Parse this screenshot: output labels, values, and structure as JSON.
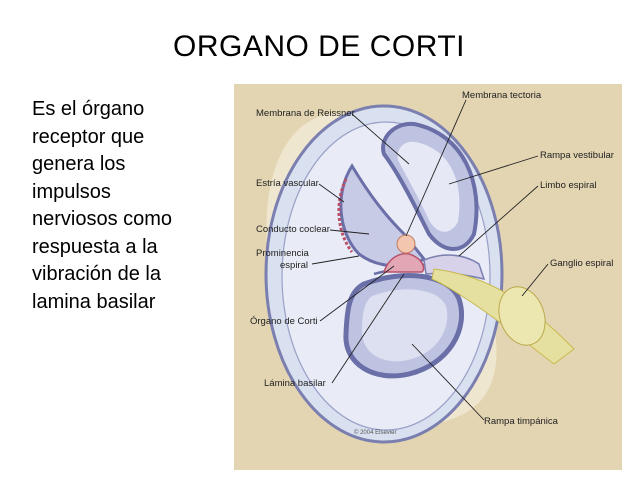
{
  "slide": {
    "title": "ORGANO DE CORTI",
    "body_lines": [
      "Es el órgano",
      "receptor que",
      "genera los",
      "impulsos",
      "nerviosos como",
      "respuesta a la",
      "vibración de la",
      "lamina basilar"
    ]
  },
  "diagram": {
    "labels": {
      "membrana_reissner": "Membrana de Reissner",
      "membrana_tectoria": "Membrana tectoria",
      "rampa_vestibular": "Rampa vestibular",
      "estria_vascular": "Estría vascular",
      "limbo_espiral": "Limbo espiral",
      "conducto_coclear": "Conducto coclear",
      "prominencia": "Prominencia",
      "espiral": "espiral",
      "ganglio_espiral": "Ganglio espiral",
      "organo_corti": "Órgano de Corti",
      "lamina_basilar": "Lámina basilar",
      "rampa_timpanica": "Rampa timpánica",
      "copyright": "© 2004 Elsevier"
    },
    "colors": {
      "bone": "#e8dcc0",
      "bone_dark": "#c9b48a",
      "duct_fill": "#c8cbe6",
      "duct_stroke": "#6b6fa8",
      "membrane": "#9a9dcd",
      "organ_pink": "#e2a6b4",
      "vessel_red": "#b85068",
      "nerve": "#e6e0a0"
    }
  }
}
